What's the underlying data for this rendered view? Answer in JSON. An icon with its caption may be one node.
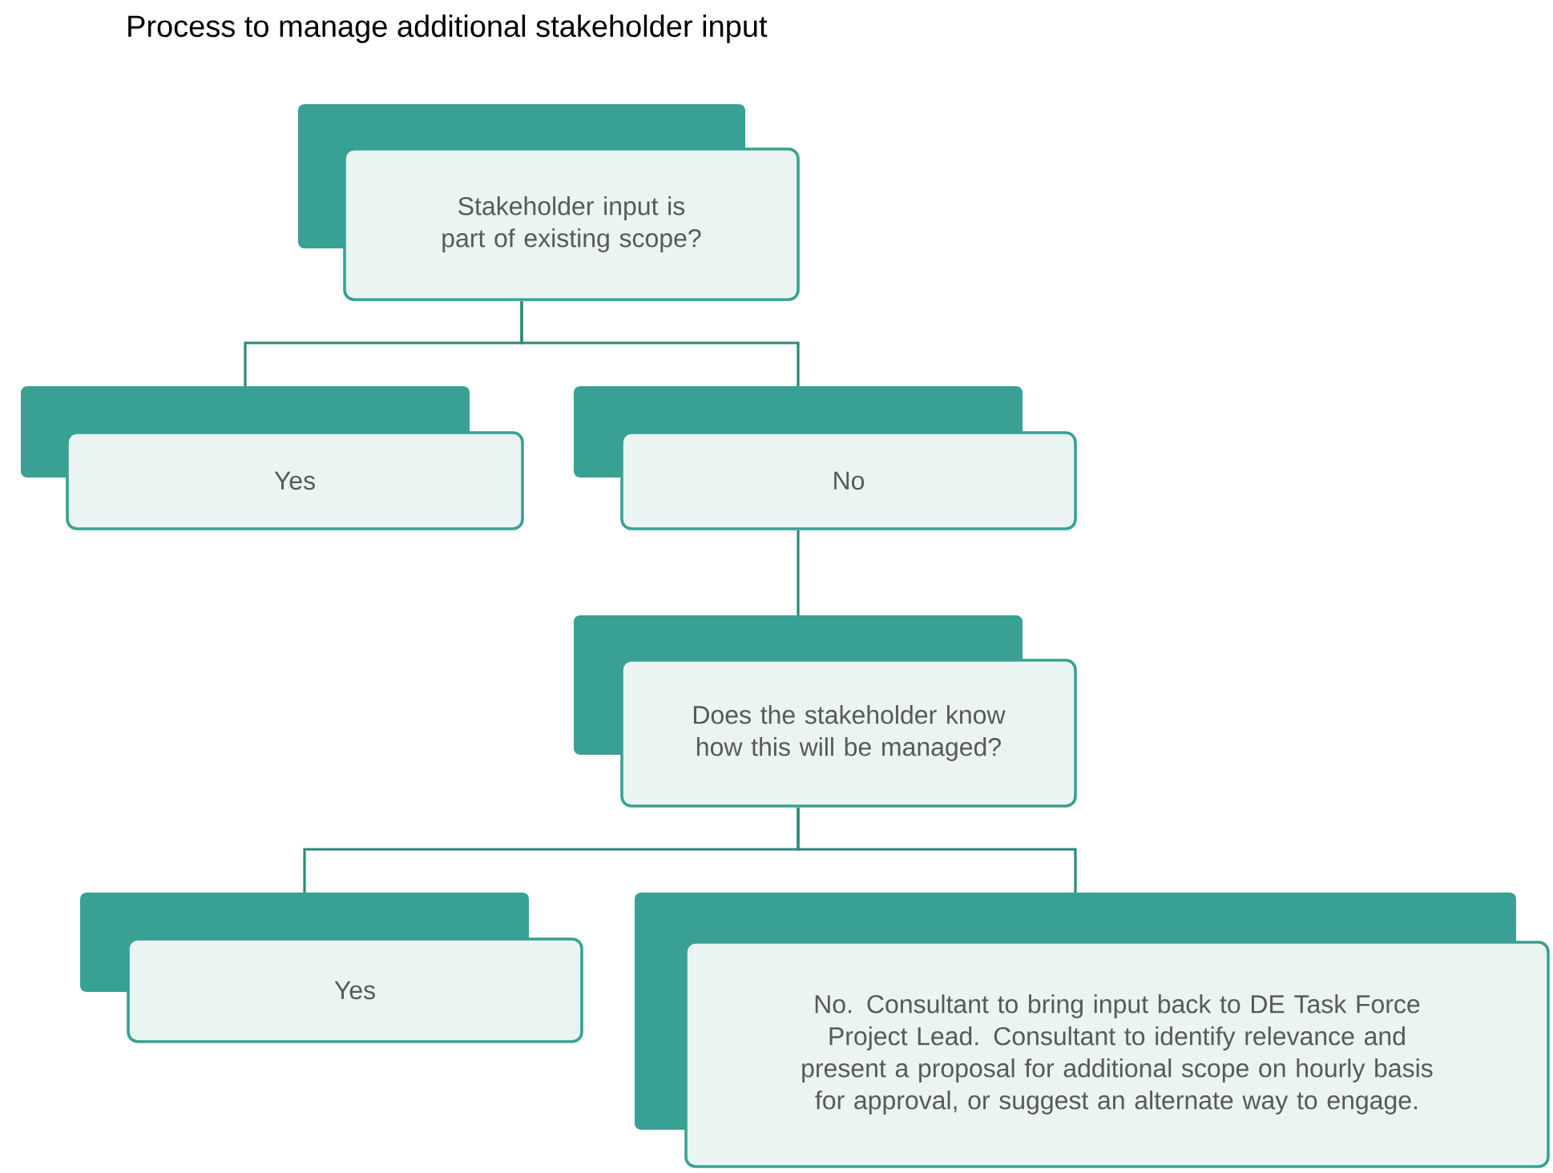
{
  "diagram": {
    "title": "Process to manage additional stakeholder input",
    "nodes": [
      {
        "text": [
          "Stakeholder input is part of existing scope?"
        ]
      },
      {
        "text": [
          "Yes"
        ]
      },
      {
        "text": [
          "No"
        ]
      },
      {
        "text": [
          "Does the stakeholder know how this will be managed?"
        ]
      },
      {
        "text": [
          "Yes"
        ]
      },
      {
        "text": [
          "No. Consultant to bring input back to DE Task Force Project Lead. Consultant to identify relevance and present a proposal for additional scope on hourly basis for approval, or suggest an alternate way to engage."
        ]
      }
    ],
    "edges": [
      {
        "from": 0,
        "to": 1,
        "arrow": "none"
      },
      {
        "from": 0,
        "to": 2,
        "arrow": "none"
      },
      {
        "from": 2,
        "to": 3,
        "arrow": "none"
      },
      {
        "from": 3,
        "to": 4,
        "arrow": "none"
      },
      {
        "from": 3,
        "to": 5,
        "arrow": "none"
      }
    ]
  }
}
